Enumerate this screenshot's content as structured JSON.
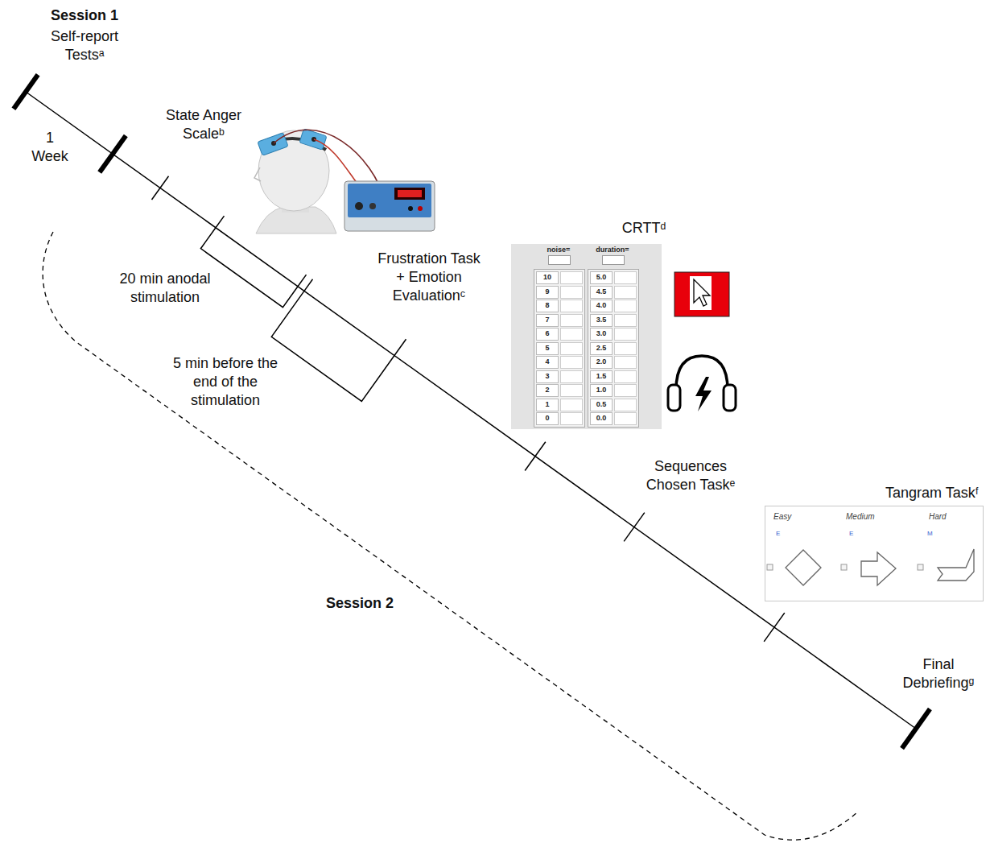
{
  "diagram": {
    "nodes": [
      {
        "text": [
          "noise=",
          "duration=",
          "10",
          "9",
          "8",
          "7",
          "6",
          "5",
          "4",
          "3",
          "2",
          "1",
          "0",
          "5.0",
          "4.5",
          "4.0",
          "3.5",
          "3.0",
          "2.5",
          "2.0",
          "1.5",
          "1.0",
          "0.5",
          "0.0"
        ]
      },
      {
        "text": [
          "Easy",
          "Medium",
          "Hard",
          "E",
          "E",
          "M"
        ]
      }
    ],
    "labels": [
      "Session 1",
      "Self-report Testsᵃ",
      "1 Week",
      "State Anger Scaleᵇ",
      "20 min anodal stimulation",
      "5 min before the end of the stimulation",
      "Frustration Task + Emotion Evaluationᶜ",
      "CRTTᵈ",
      "Sequences Chosen Taskᵉ",
      "Tangram Taskᶠ",
      "Session 2",
      "Final Debriefingᵍ"
    ]
  }
}
